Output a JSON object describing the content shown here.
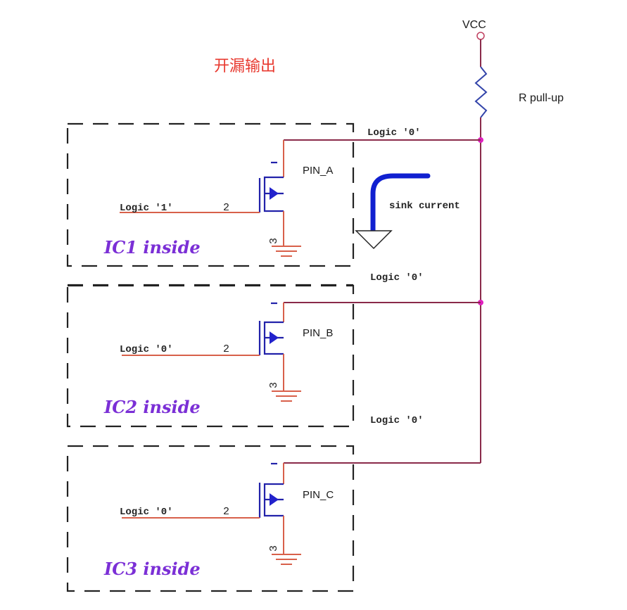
{
  "title": "开漏输出",
  "power": {
    "label": "VCC",
    "resistor_label": "R pull-up"
  },
  "bus_labels": [
    "Logic '0'",
    "Logic '0'",
    "Logic '0'"
  ],
  "sink_current_label": "sink current",
  "ics": [
    {
      "name": "IC1 inside",
      "pin": "PIN_A",
      "input": "Logic '1'",
      "gate_pin": "2",
      "drain_pin": "1",
      "source_pin": "3",
      "conducting": true
    },
    {
      "name": "IC2 inside",
      "pin": "PIN_B",
      "input": "Logic '0'",
      "gate_pin": "2",
      "drain_pin": "1",
      "source_pin": "3",
      "conducting": false
    },
    {
      "name": "IC3 inside",
      "pin": "PIN_C",
      "input": "Logic '0'",
      "gate_pin": "2",
      "drain_pin": "1",
      "source_pin": "3",
      "conducting": false
    }
  ],
  "colors": {
    "title": "#e8392f",
    "ic_label": "#7b2fd6",
    "wire": "#8a2a4a",
    "mosfet": "#2222aa",
    "junction": "#e020c0",
    "sink_arrow": "#1020d0"
  }
}
